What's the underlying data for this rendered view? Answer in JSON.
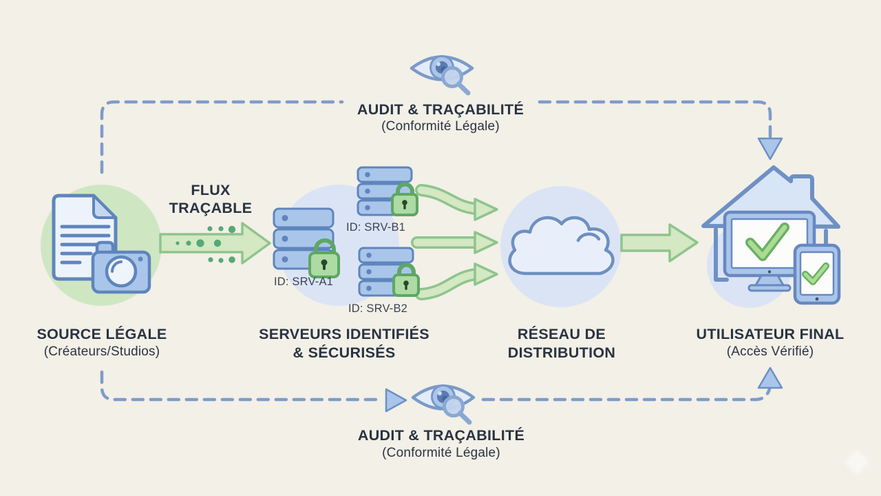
{
  "audit_top": {
    "title": "AUDIT & TRAÇABILITÉ",
    "subtitle": "(Conformité Légale)"
  },
  "audit_bottom": {
    "title": "AUDIT & TRAÇABILITÉ",
    "subtitle": "(Conformité Légale)"
  },
  "flow_label": {
    "line1": "FLUX",
    "line2": "TRAÇABLE"
  },
  "nodes": {
    "source": {
      "title": "SOURCE LÉGALE",
      "subtitle": "(Créateurs/Studios)"
    },
    "servers": {
      "title_line1": "SERVEURS IDENTIFIÉS",
      "title_line2": "& SÉCURISÉS",
      "id_a1": "ID: SRV-A1",
      "id_b1": "ID: SRV-B1",
      "id_b2": "ID: SRV-B2"
    },
    "network": {
      "title_line1": "RÉSEAU DE",
      "title_line2": "DISTRIBUTION"
    },
    "user": {
      "title": "UTILISATEUR FINAL",
      "subtitle": "(Accès Vérifié)"
    }
  },
  "icons": [
    "document-icon",
    "camera-icon",
    "server-stack-icon",
    "lock-icon",
    "eye-audit-icon",
    "magnifier-icon",
    "cloud-icon",
    "house-icon",
    "monitor-icon",
    "tablet-icon",
    "checkmark-icon",
    "flow-arrow-icon",
    "dashed-audit-path",
    "arrowhead-icon"
  ],
  "colors": {
    "background": "#f2f0e7",
    "text_dark": "#2a3342",
    "dashed_blue": "#7d9cca",
    "blue_arrowhead_fill": "#a9c6ea",
    "green_circle": "#cfe6c2",
    "blue_circle": "#dbe4f5",
    "icon_blue_fill": "#a9c6ea",
    "icon_blue_stroke": "#5f85bd",
    "green_arrow_fill": "#d3e8c3",
    "green_arrow_stroke": "#8fc48c",
    "lock_fill": "#aedaa4",
    "lock_stroke": "#5ea763",
    "trace_dot_green": "#57a974",
    "check_green": "#69af67"
  }
}
